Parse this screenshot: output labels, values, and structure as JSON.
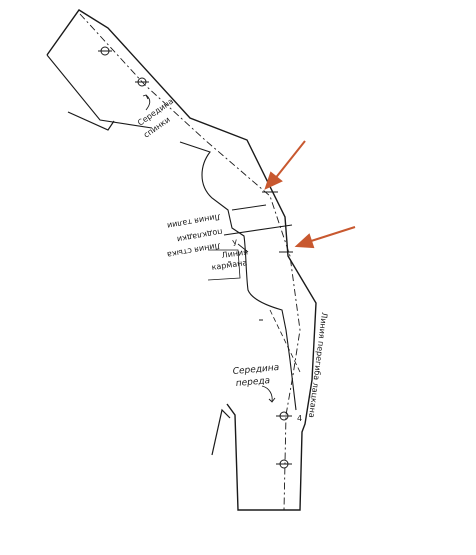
{
  "labels": {
    "back_label_line1": "Середина",
    "back_label_line2": "спинки",
    "center_front_line1": "Середина",
    "center_front_line2": "переда",
    "waist_line": "Линия талии",
    "lining_line": "подкладки",
    "edge_line": "Линия стыка",
    "pocket_line1": "Линия",
    "pocket_line2": "кармана",
    "lapel_line": "Линия перегиба лацкана",
    "mark_y": "У",
    "mark_4": "4"
  },
  "colors": {
    "ink": "#1a1a1a",
    "arrow": "#c8582f"
  }
}
